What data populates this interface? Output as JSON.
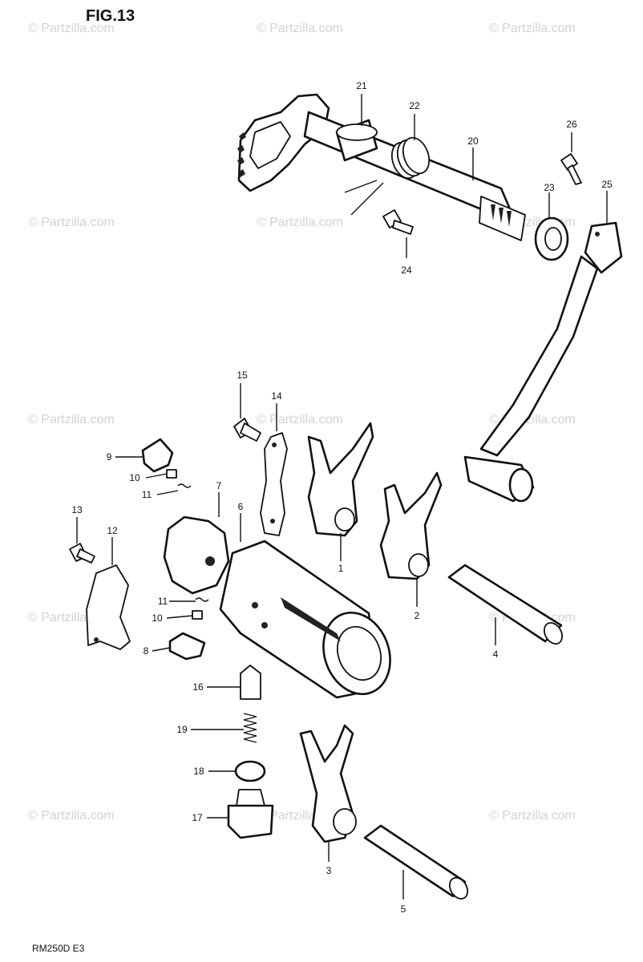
{
  "figure": {
    "title": "FIG.13",
    "model_code": "RM250D E3"
  },
  "watermark": {
    "text": "© Partzilla.com",
    "color": "#d2d2d2"
  },
  "parts": [
    {
      "id": "p21",
      "label": "21"
    },
    {
      "id": "p22",
      "label": "22"
    },
    {
      "id": "p20",
      "label": "20"
    },
    {
      "id": "p26",
      "label": "26"
    },
    {
      "id": "p23",
      "label": "23"
    },
    {
      "id": "p25",
      "label": "25"
    },
    {
      "id": "p24",
      "label": "24"
    },
    {
      "id": "p15",
      "label": "15"
    },
    {
      "id": "p14",
      "label": "14"
    },
    {
      "id": "p9",
      "label": "9"
    },
    {
      "id": "p10a",
      "label": "10"
    },
    {
      "id": "p11a",
      "label": "11"
    },
    {
      "id": "p7",
      "label": "7"
    },
    {
      "id": "p6",
      "label": "6"
    },
    {
      "id": "p13",
      "label": "13"
    },
    {
      "id": "p12",
      "label": "12"
    },
    {
      "id": "p1",
      "label": "1"
    },
    {
      "id": "p2",
      "label": "2"
    },
    {
      "id": "p11b",
      "label": "11"
    },
    {
      "id": "p10b",
      "label": "10"
    },
    {
      "id": "p8",
      "label": "8"
    },
    {
      "id": "p4",
      "label": "4"
    },
    {
      "id": "p16",
      "label": "16"
    },
    {
      "id": "p19",
      "label": "19"
    },
    {
      "id": "p18",
      "label": "18"
    },
    {
      "id": "p17",
      "label": "17"
    },
    {
      "id": "p3",
      "label": "3"
    },
    {
      "id": "p5",
      "label": "5"
    }
  ]
}
